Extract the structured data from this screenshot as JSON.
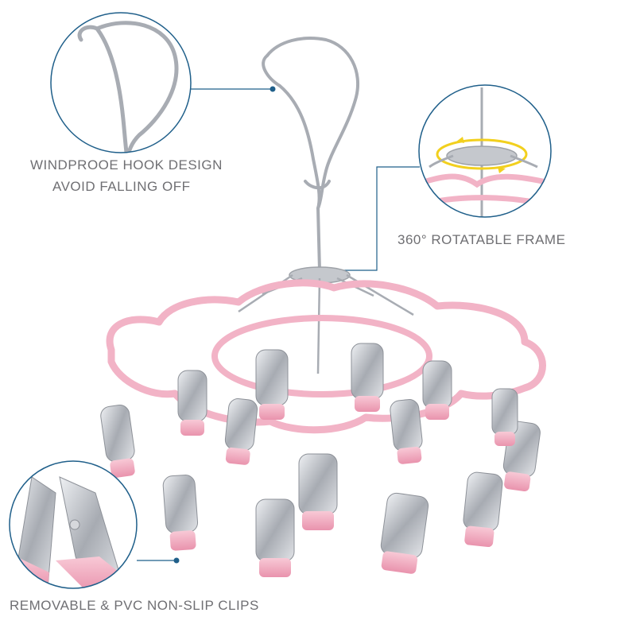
{
  "callouts": {
    "hook": {
      "line1": "WINDPROOE HOOK DESIGN",
      "line2": "AVOID FALLING OFF"
    },
    "frame": {
      "label": "360° ROTATABLE FRAME"
    },
    "clips": {
      "label": "REMOVABLE & PVC NON-SLIP CLIPS"
    }
  },
  "colors": {
    "frame_pink": "#f2b3c6",
    "clip_pink": "#ef9db6",
    "steel": "#b9bcc2",
    "leader_blue": "#1f5f8a",
    "text_gray": "#6f6f73"
  }
}
